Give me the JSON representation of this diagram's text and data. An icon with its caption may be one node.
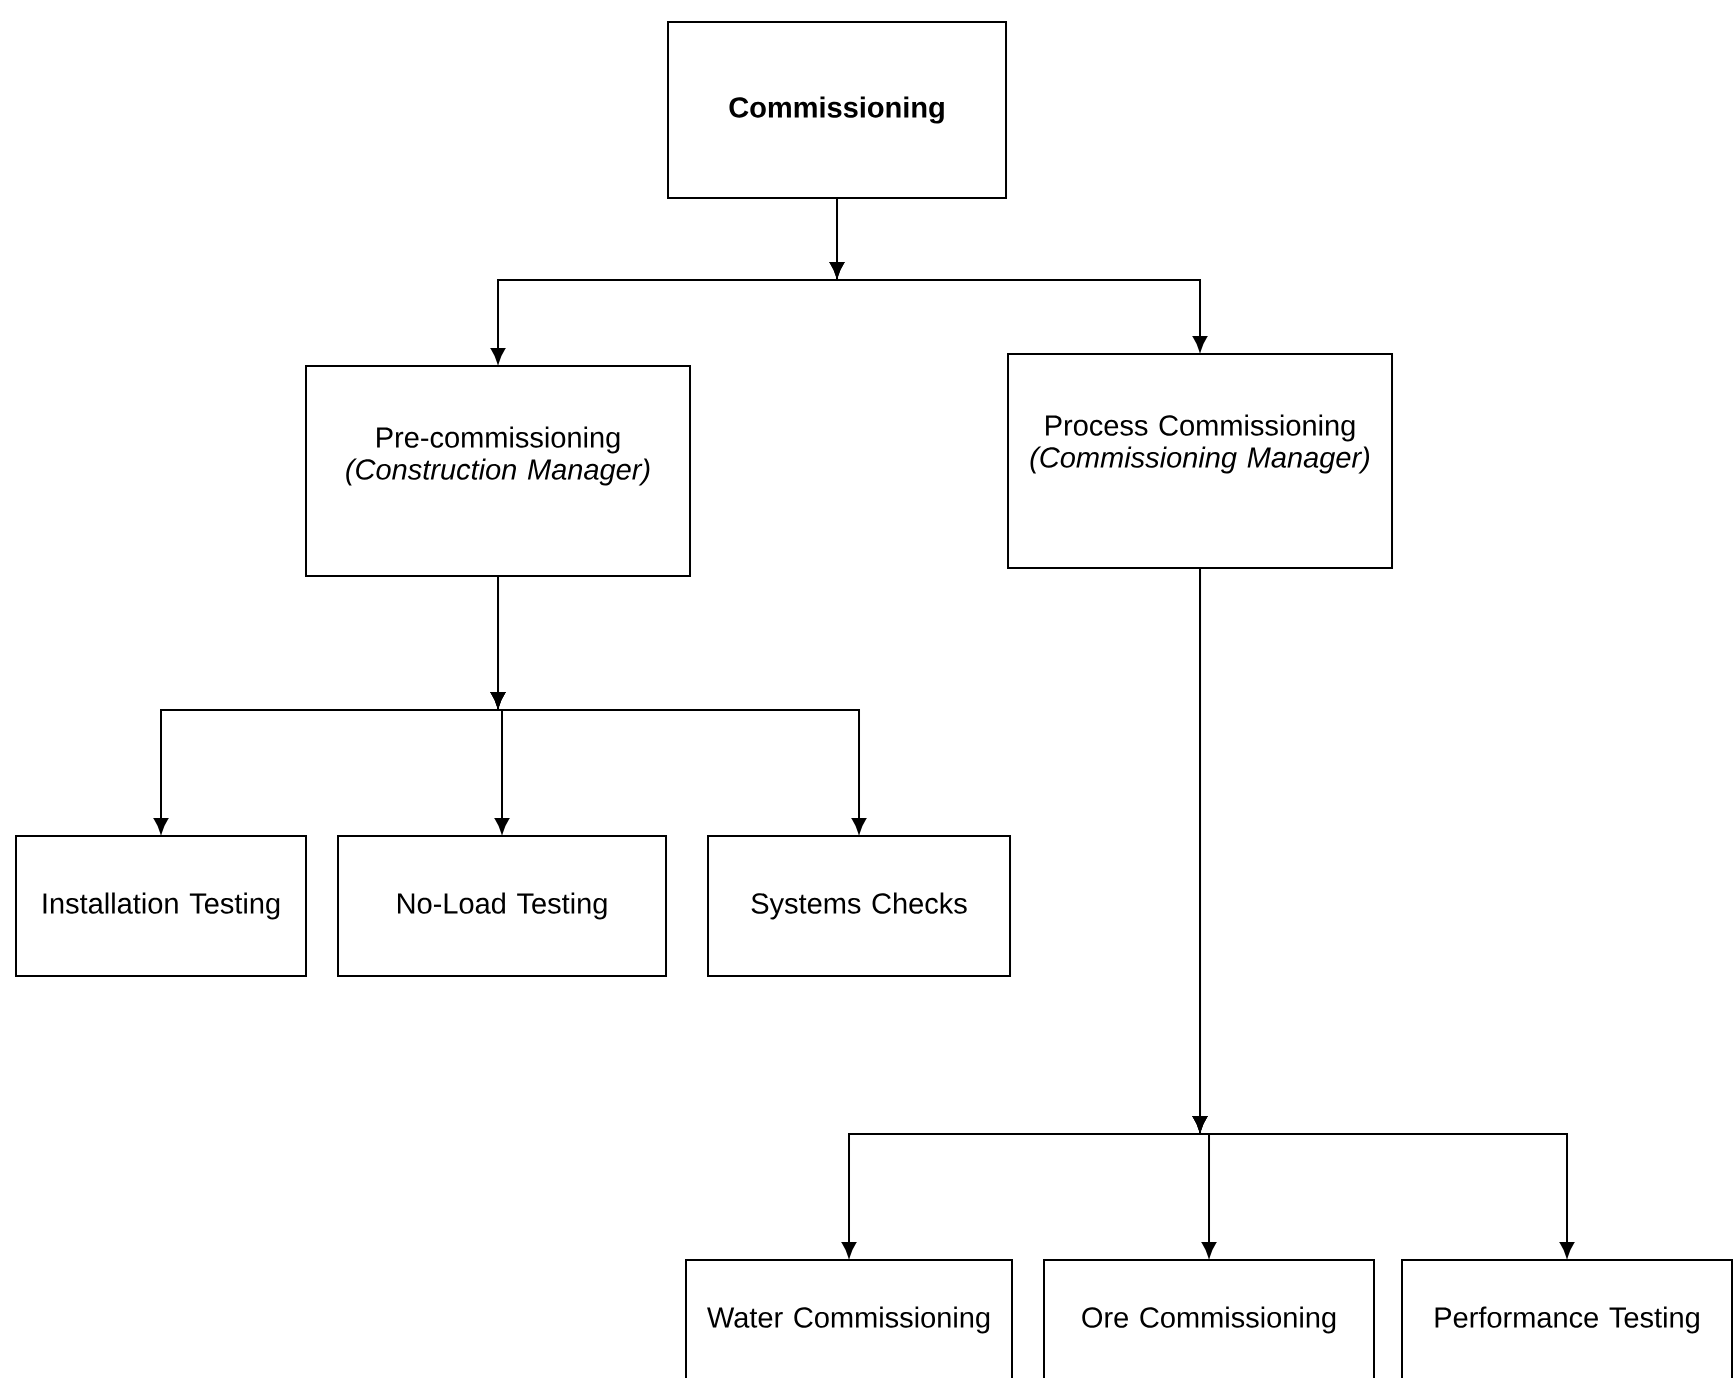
{
  "diagram": {
    "nodes": [
      {
        "text": [
          "Commissioning"
        ]
      },
      {
        "text": [
          "Pre-commissioning",
          "(Construction Manager)"
        ]
      },
      {
        "text": [
          "Process Commissioning",
          "(Commissioning Manager)"
        ]
      },
      {
        "text": [
          "Installation Testing"
        ]
      },
      {
        "text": [
          "No-Load Testing"
        ]
      },
      {
        "text": [
          "Systems Checks"
        ]
      },
      {
        "text": [
          "Water Commissioning"
        ]
      },
      {
        "text": [
          "Ore Commissioning"
        ]
      },
      {
        "text": [
          "Performance Testing"
        ]
      }
    ],
    "edges": [
      {
        "from": 0,
        "to": 1,
        "arrow": "to"
      },
      {
        "from": 0,
        "to": 2,
        "arrow": "to"
      },
      {
        "from": 1,
        "to": 3,
        "arrow": "to"
      },
      {
        "from": 1,
        "to": 4,
        "arrow": "to"
      },
      {
        "from": 1,
        "to": 5,
        "arrow": "to"
      },
      {
        "from": 2,
        "to": 6,
        "arrow": "to"
      },
      {
        "from": 2,
        "to": 7,
        "arrow": "to"
      },
      {
        "from": 2,
        "to": 8,
        "arrow": "to"
      }
    ]
  }
}
